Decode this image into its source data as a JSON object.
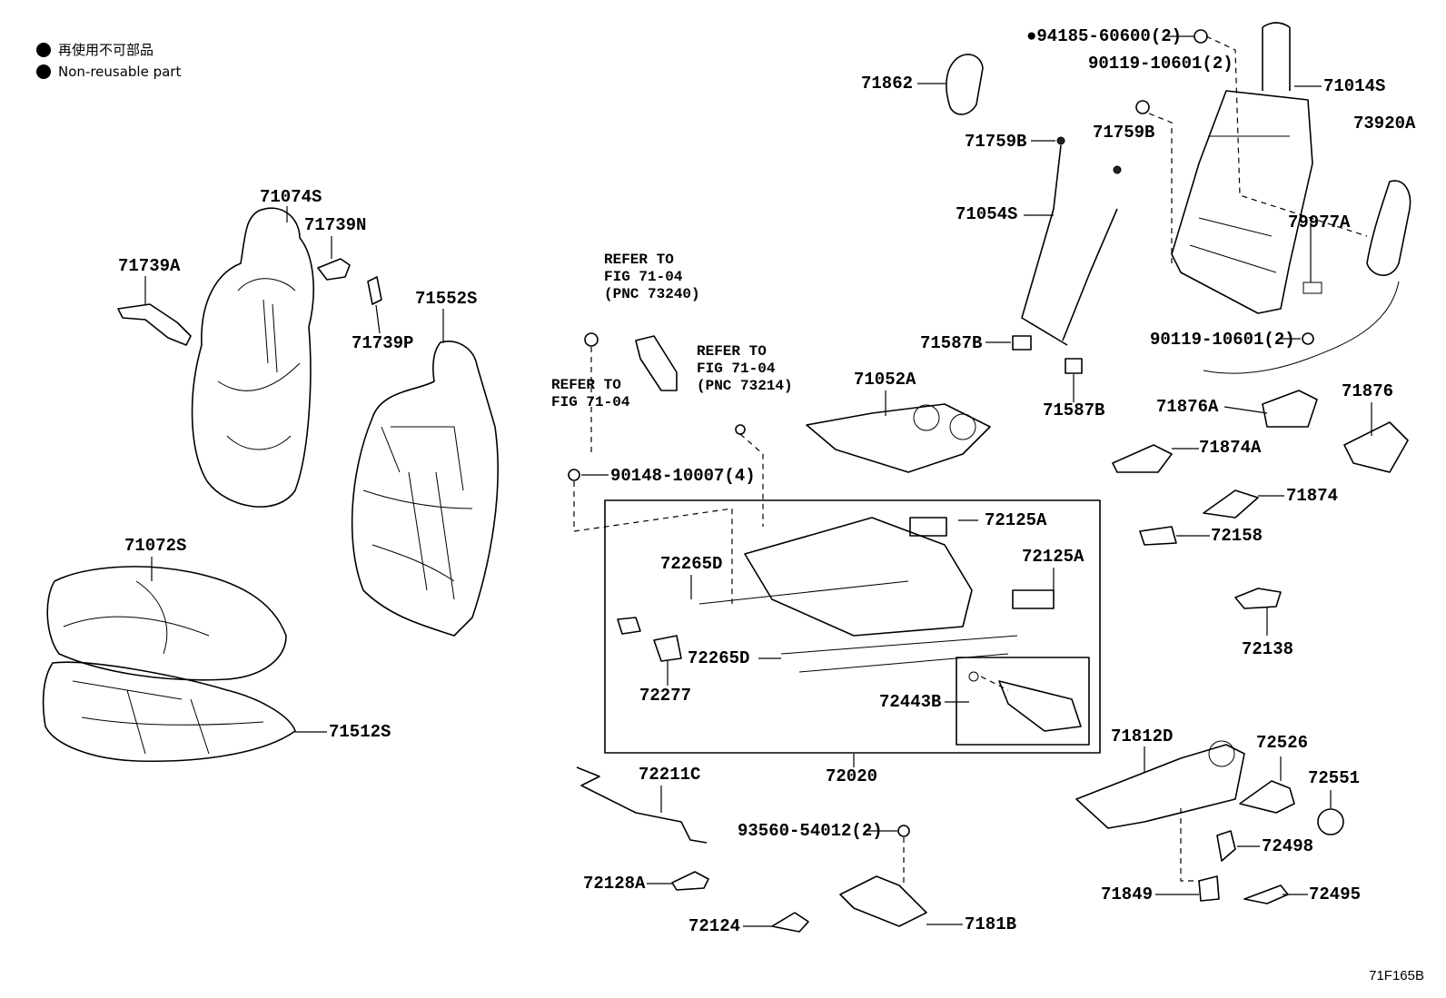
{
  "legend": {
    "line1": "再使用不可部品",
    "line2": "Non-reusable part"
  },
  "diagram_code": "71F165B",
  "refs": {
    "ref_73240": [
      "REFER TO",
      "FIG 71-04",
      "(PNC 73240)"
    ],
    "ref_73214": [
      "REFER TO",
      "FIG 71-04",
      "(PNC 73214)"
    ],
    "ref_plain": [
      "REFER TO",
      "FIG 71-04"
    ]
  },
  "labels": {
    "p94185": "●94185-60600(2)",
    "p90119a": "90119-10601(2)",
    "p71014s": "71014S",
    "p73920a": "73920A",
    "p71862": "71862",
    "p71759b_l": "71759B",
    "p71759b_r": "71759B",
    "p71054s": "71054S",
    "p79977a": "79977A",
    "p71074s": "71074S",
    "p71739n": "71739N",
    "p71739a": "71739A",
    "p71739p": "71739P",
    "p71552s": "71552S",
    "p71587b_l": "71587B",
    "p71587b_r": "71587B",
    "p90119b": "90119-10601(2)",
    "p71052a": "71052A",
    "p71876a": "71876A",
    "p71876": "71876",
    "p71874a": "71874A",
    "p71874": "71874",
    "p90148": "90148-10007(4)",
    "p72125a_1": "72125A",
    "p72125a_2": "72125A",
    "p72158": "72158",
    "p71072s": "71072S",
    "p72265d_1": "72265D",
    "p72265d_2": "72265D",
    "p72138": "72138",
    "p72277": "72277",
    "p72443b": "72443B",
    "p71512s": "71512S",
    "p71812d": "71812D",
    "p72526": "72526",
    "p72211c": "72211C",
    "p72020": "72020",
    "p72551": "72551",
    "p93560": "93560-54012(2)",
    "p72498": "72498",
    "p72128a": "72128A",
    "p71849": "71849",
    "p72495": "72495",
    "p72124": "72124",
    "p7181b": "7181B"
  }
}
